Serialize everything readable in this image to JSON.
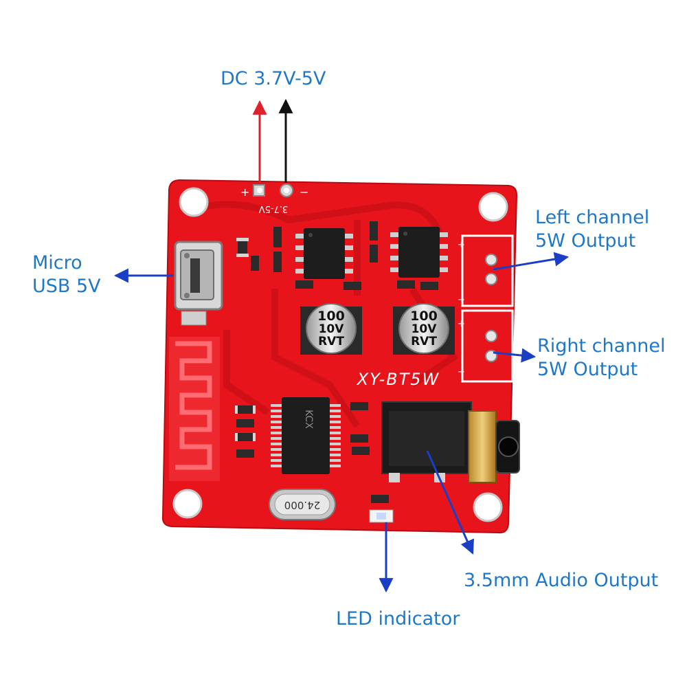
{
  "labels": {
    "dc": "DC 3.7V-5V",
    "micro_usb": [
      "Micro",
      "USB 5V"
    ],
    "left_channel": [
      "Left channel",
      "5W Output"
    ],
    "right_channel": [
      "Right channel",
      "5W Output"
    ],
    "audio_output": "3.5mm Audio Output",
    "led": "LED indicator"
  },
  "board": {
    "model": "XY-BT5W",
    "power_pads": "3.7-5V",
    "capacitor_marking": [
      "100",
      "10V",
      "RVT"
    ],
    "crystal_marking": "24.000",
    "ic_main": "KCX"
  },
  "colors": {
    "pcb": "#e8141c",
    "label": "#1e78c8",
    "arrow_blue": "#1a3fc4",
    "arrow_red": "#e0202a",
    "arrow_black": "#111111"
  }
}
